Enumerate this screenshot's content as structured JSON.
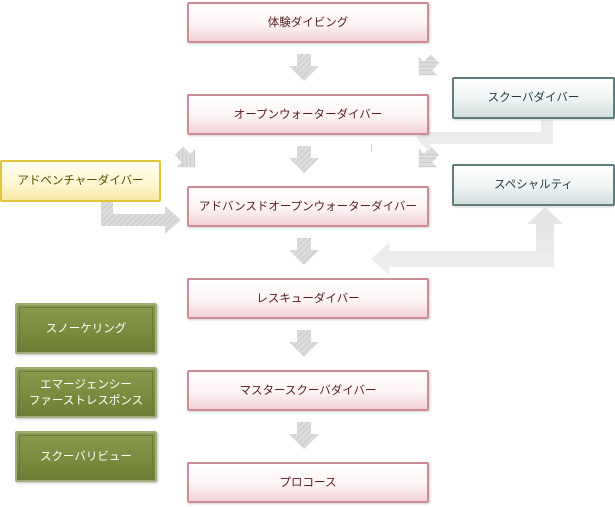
{
  "nodes": {
    "taiken": "体験ダイビング",
    "openwater": "オープンウォーターダイバー",
    "advanced": "アドバンスドオープンウォーターダイバー",
    "rescue": "レスキューダイバー",
    "master": "マスタースクーバダイバー",
    "pro": "プロコース",
    "scuba": "スクーバダイバー",
    "specialty": "スペシャルティ",
    "adventure": "アドベンチャーダイバー"
  },
  "side_courses": {
    "snorkel": "スノーケリング",
    "efr_line1": "エマージェンシー",
    "efr_line2": "ファーストレスポンス",
    "review": "スクーバリビュー"
  },
  "colors": {
    "main_border": "#cd8b95",
    "teal_border": "#5e7d7b",
    "yellow_border": "#e2c436",
    "green_fill": "#6e7e34",
    "arrow": "#d9d9d9"
  }
}
